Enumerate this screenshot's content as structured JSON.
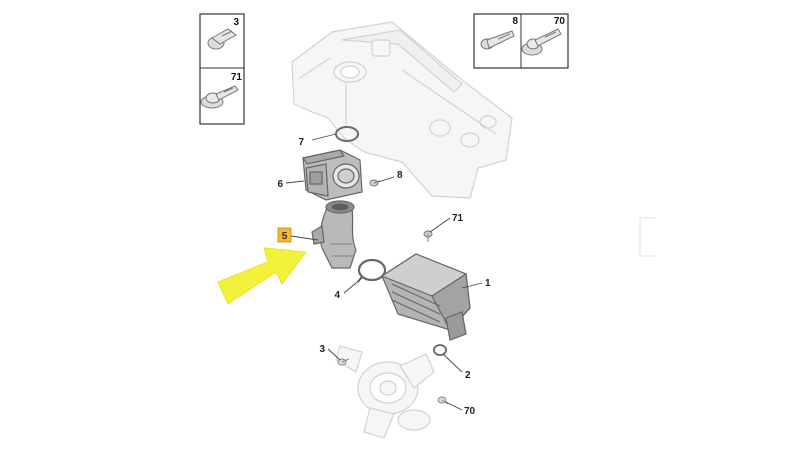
{
  "colors": {
    "highlight_label_fill": "#f2b733",
    "arrow_fill": "#f2f23a",
    "part_grey": "#999999",
    "ghost_grey": "#d4d4d4",
    "frame": "#333333"
  },
  "legend_boxes": [
    {
      "group": "left",
      "cells": [
        {
          "num": "3",
          "part": "hex-bolt"
        },
        {
          "num": "71",
          "part": "flange-screw"
        }
      ]
    },
    {
      "group": "right",
      "cells": [
        {
          "num": "8",
          "part": "long-bolt"
        },
        {
          "num": "70",
          "part": "flange-bolt"
        }
      ]
    }
  ],
  "callouts": {
    "c1": "1",
    "c2": "2",
    "c3": "3",
    "c4": "4",
    "c5": "5",
    "c6": "6",
    "c7": "7",
    "c8": "8",
    "c70": "70",
    "c71": "71"
  },
  "highlighted_part": "5",
  "pointer_arrow": {
    "direction": "up-right",
    "target": "5"
  }
}
